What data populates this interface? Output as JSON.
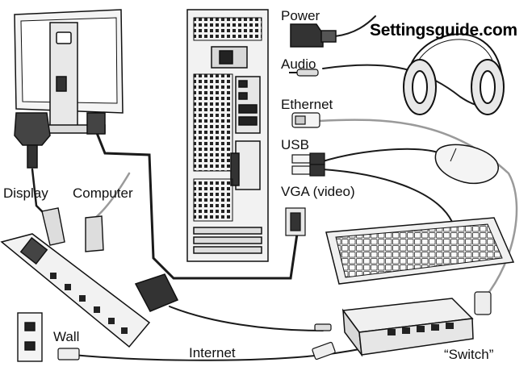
{
  "watermark": "Settingsguide.com",
  "labels": {
    "power": "Power",
    "audio": "Audio",
    "ethernet": "Ethernet",
    "usb": "USB",
    "vga": "VGA (video)",
    "display": "Display",
    "computer": "Computer",
    "wall": "Wall",
    "internet": "Internet",
    "switch": "“Switch”"
  },
  "colors": {
    "ink": "#111111",
    "cable_light": "#9a9a9a",
    "cable_dark": "#1a1a1a",
    "device_fill": "#f4f4f4"
  }
}
